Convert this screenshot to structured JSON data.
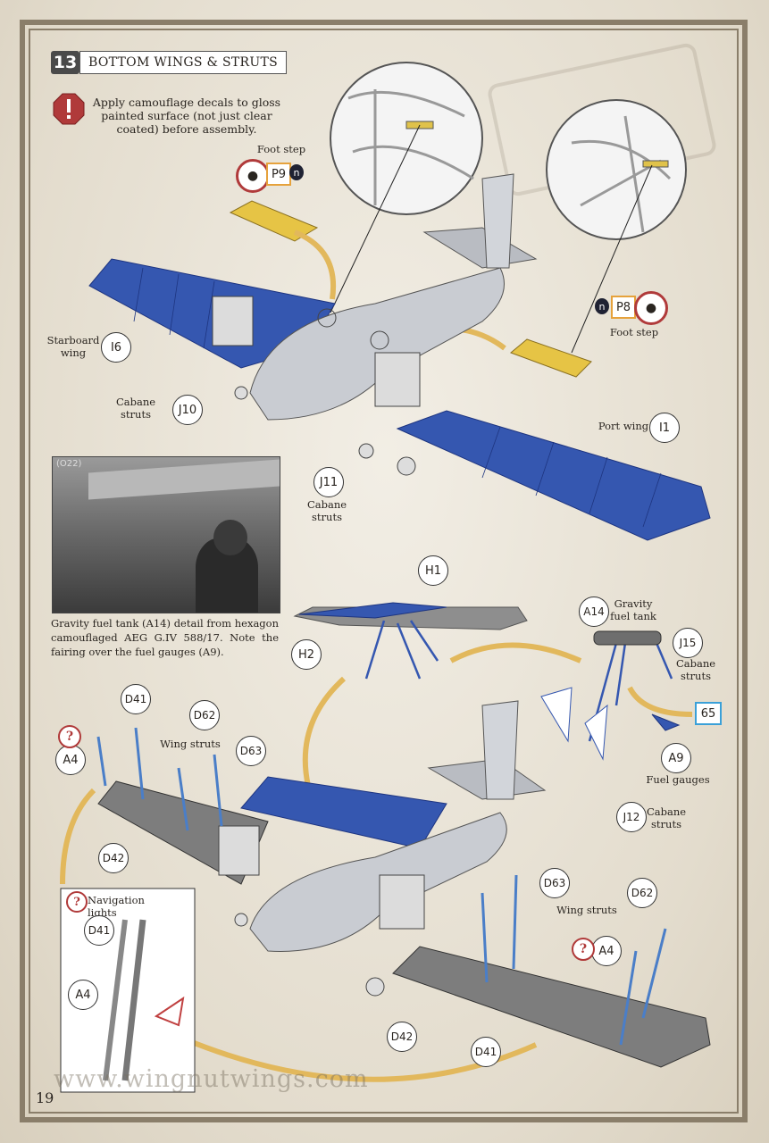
{
  "step": {
    "number": "13",
    "title": "BOTTOM WINGS & STRUTS"
  },
  "warning": {
    "text": "Apply camouflage decals to gloss painted surface (not just clear coated) before assembly."
  },
  "labels": {
    "foot_step_top": "Foot step",
    "foot_step_right": "Foot step",
    "starboard_wing": "Starboard wing",
    "cabane_struts_1": "Cabane struts",
    "cabane_struts_2": "Cabane struts",
    "port_wing": "Port wing",
    "gravity_fuel_tank": "Gravity fuel tank",
    "cabane_struts_3": "Cabane struts",
    "fuel_gauges": "Fuel gauges",
    "cabane_struts_4": "Cabane struts",
    "wing_struts_1": "Wing struts",
    "wing_struts_2": "Wing struts",
    "navigation_lights": "Navigation lights"
  },
  "parts": {
    "p9": "P9",
    "p8": "P8",
    "i6": "I6",
    "i1": "I1",
    "j10": "J10",
    "j11": "J11",
    "h1": "H1",
    "h2": "H2",
    "a14": "A14",
    "j15": "J15",
    "a9": "A9",
    "j12": "J12",
    "d41_a": "D41",
    "d62_a": "D62",
    "d63_a": "D63",
    "a4_a": "A4",
    "d42_a": "D42",
    "d63_b": "D63",
    "d62_b": "D62",
    "a4_b": "A4",
    "d42_b": "D42",
    "d41_b": "D41",
    "d41_inset": "D41",
    "a4_inset": "A4",
    "count_65": "65",
    "n": "n"
  },
  "photo": {
    "tag": "(O22)"
  },
  "caption": {
    "text": "Gravity fuel tank (A14) detail from hexagon camouflaged AEG G.IV 588/17. Note the fairing over the fuel gauges (A9)."
  },
  "footer": {
    "page": "19",
    "url": "www.wingnutwings.com"
  },
  "colors": {
    "wing_blue": "#3557b0",
    "wing_grey": "#7d7d7d",
    "fuselage": "#c9ccd2",
    "arrow": "#e2b85c",
    "accent_red": "#b03a3a"
  }
}
